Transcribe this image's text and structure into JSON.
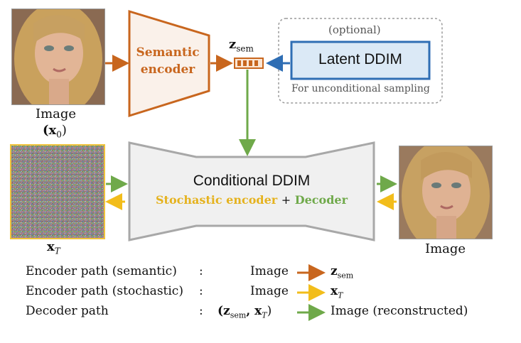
{
  "input_image": {
    "label": "Image",
    "symbol": "(x",
    "symbol_sub": "0",
    "symbol_close": ")"
  },
  "semantic_encoder": {
    "line1": "Semantic",
    "line2": "encoder"
  },
  "z_sem": {
    "symbol": "z",
    "sub": "sem"
  },
  "optional_box": {
    "tag": "(optional)",
    "title": "Latent DDIM",
    "caption": "For unconditional sampling"
  },
  "noise_image": {
    "symbol": "x",
    "sub": "T"
  },
  "conditional_ddim": {
    "title": "Conditional DDIM",
    "stochastic": "Stochastic encoder",
    "plus": "+",
    "decoder": "Decoder"
  },
  "output_image": {
    "label": "Image"
  },
  "legend": [
    {
      "path": "Encoder path (semantic)",
      "colon": ":",
      "from": "Image",
      "to_symbol": "z",
      "to_sub": "sem",
      "arrow_color": "#c8661e"
    },
    {
      "path": "Encoder path (stochastic)",
      "colon": ":",
      "from": "Image",
      "to_symbol": "x",
      "to_sub": "T",
      "arrow_color": "#f2bd1b"
    },
    {
      "path": "Decoder path",
      "colon": ":",
      "from": "(z",
      "from_sub": "sem",
      "from_mid": ", x",
      "from_sub2": "T",
      "from_close": ")",
      "to": "Image (reconstructed)",
      "arrow_color": "#6fa94a"
    }
  ],
  "colors": {
    "semantic": "#c8661e",
    "stochastic": "#e5b21e",
    "decoder": "#6fa94a",
    "latent_blue": "#2f6eb4",
    "latent_fill": "#dbe9f6",
    "ddim_fill": "#f0f0f0",
    "ddim_stroke": "#a8a8a8"
  }
}
